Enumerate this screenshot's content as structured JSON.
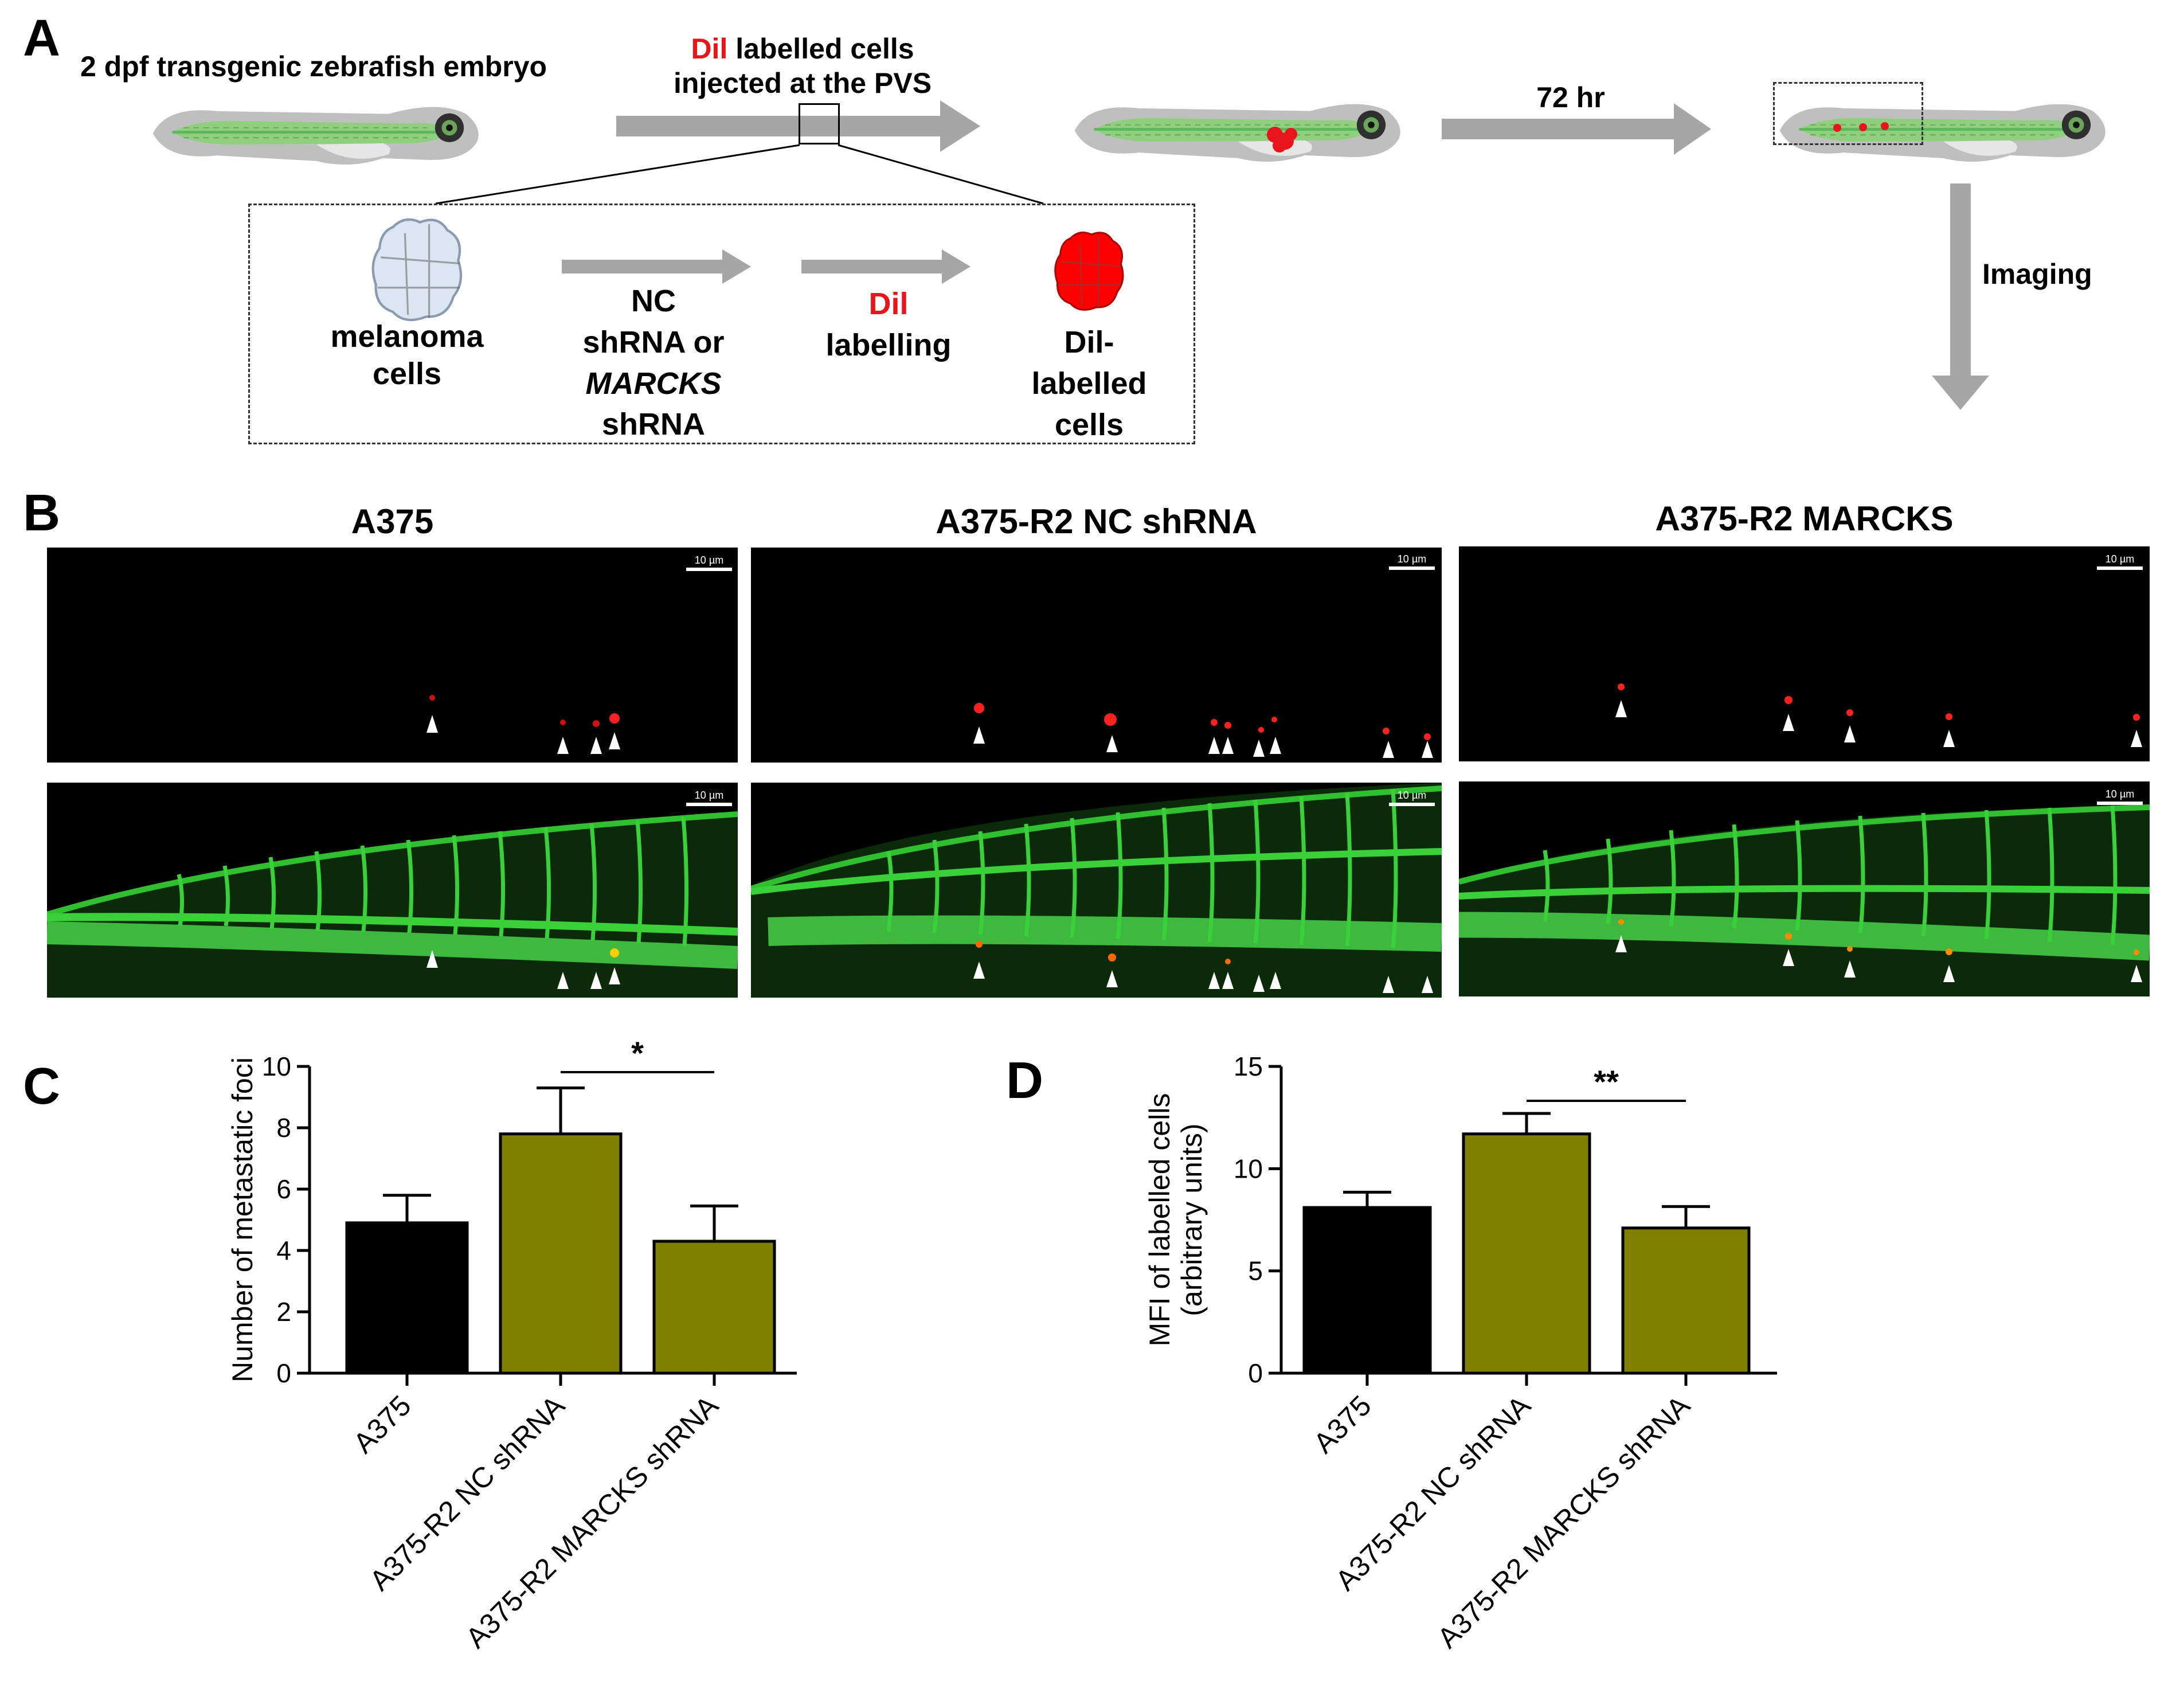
{
  "panels": {
    "a": "A",
    "b": "B",
    "c": "C",
    "d": "D"
  },
  "panel_a": {
    "embryo_label": "2 dpf transgenic zebrafish embryo",
    "inject_dil": "Dil",
    "inject_rest": " labelled cells",
    "inject_line2": "injected at the PVS",
    "time_label": "72 hr",
    "imaging_label": "Imaging",
    "cells_label_1": "melanoma",
    "cells_label_2": "cells",
    "shrna_1": "NC",
    "shrna_2": "shRNA or",
    "shrna_3": "MARCKS",
    "shrna_4": "shRNA",
    "dil_1": "Dil",
    "dil_2": "labelling",
    "labelled_1": "Dil-",
    "labelled_2": "labelled",
    "labelled_3": "cells"
  },
  "panel_b": {
    "titles": [
      "A375",
      "A375-R2 NC shRNA",
      "A375-R2 MARCKS"
    ],
    "scale_bar": "10 µm"
  },
  "colors": {
    "black_bar": "#000000",
    "olive_bar": "#808000",
    "dil_red": "#e8151b",
    "vessel_green": "#33cc33",
    "arrow_gray": "#a6a6a6"
  },
  "chart_data": [
    {
      "type": "bar",
      "panel": "C",
      "categories": [
        "A375",
        "A375-R2 NC shRNA",
        "A375-R2 MARCKS shRNA"
      ],
      "values": [
        4.9,
        7.8,
        4.3
      ],
      "errors": [
        0.9,
        1.5,
        1.15
      ],
      "bar_colors": [
        "#000000",
        "#808000",
        "#808000"
      ],
      "ylabel": "Number of metastatic foci",
      "ylim": [
        0,
        10
      ],
      "yticks": [
        0,
        2,
        4,
        6,
        8,
        10
      ],
      "significance": {
        "from": 1,
        "to": 2,
        "label": "*"
      }
    },
    {
      "type": "bar",
      "panel": "D",
      "categories": [
        "A375",
        "A375-R2 NC shRNA",
        "A375-R2 MARCKS shRNA"
      ],
      "values": [
        8.1,
        11.7,
        7.1
      ],
      "errors": [
        0.75,
        1.0,
        1.05
      ],
      "bar_colors": [
        "#000000",
        "#808000",
        "#808000"
      ],
      "ylabel": [
        "MFI of labelled cells",
        "(arbitrary units)"
      ],
      "ylim": [
        0,
        15
      ],
      "yticks": [
        0,
        5,
        10,
        15
      ],
      "significance": {
        "from": 1,
        "to": 2,
        "label": "**"
      }
    }
  ]
}
